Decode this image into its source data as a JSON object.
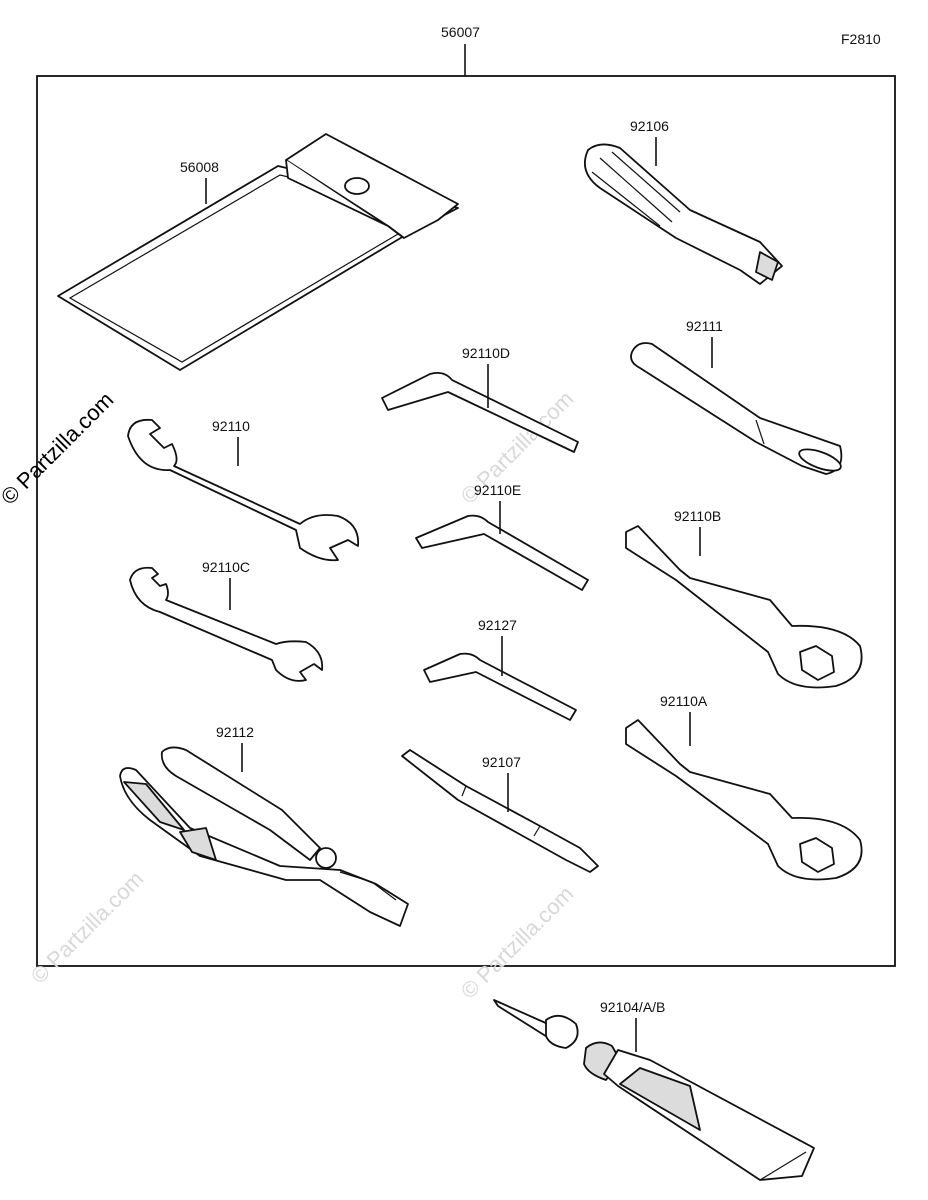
{
  "figure_code": "F2810",
  "watermark": {
    "text": "© Partzilla.com",
    "faint_text": "© Partzilla.com"
  },
  "kit": {
    "part_number": "56007"
  },
  "callouts": [
    {
      "key": "case",
      "label": "56008"
    },
    {
      "key": "driver_handle",
      "label": "92106"
    },
    {
      "key": "extension_bar",
      "label": "92111"
    },
    {
      "key": "hex_key_d",
      "label": "92110D"
    },
    {
      "key": "wrench_large",
      "label": "92110"
    },
    {
      "key": "hex_key_e",
      "label": "92110E"
    },
    {
      "key": "ring_wrench_b",
      "label": "92110B"
    },
    {
      "key": "wrench_small",
      "label": "92110C"
    },
    {
      "key": "hex_key_small",
      "label": "92127"
    },
    {
      "key": "ring_wrench_a",
      "label": "92110A"
    },
    {
      "key": "pliers",
      "label": "92112"
    },
    {
      "key": "screwdriver",
      "label": "92107"
    },
    {
      "key": "grease_tube",
      "label": "92104/A/B"
    }
  ]
}
